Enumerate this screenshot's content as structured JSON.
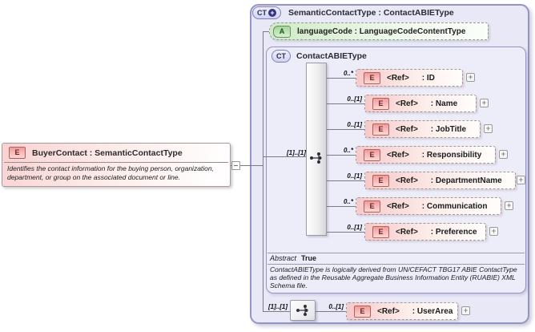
{
  "diagram": {
    "root_element": {
      "icon": "E",
      "title": "BuyerContact : SemanticContactType",
      "annotation": "Identifies the contact information for the buying person, organization, department, or group on the associated document or line."
    },
    "panel": {
      "header": {
        "icon": "CT",
        "icon_plus": "+",
        "title": "SemanticContactType : ContactABIEType"
      },
      "attribute": {
        "icon": "A",
        "label": "languageCode : LanguageCodeContentType"
      },
      "complex_type": {
        "icon": "CT",
        "title": "ContactABIEType",
        "group_cardinality": "[1]..[1]",
        "children": [
          {
            "cardinality": "0..*",
            "ref": "<Ref>",
            "name": ": ID"
          },
          {
            "cardinality": "0..[1]",
            "ref": "<Ref>",
            "name": ": Name"
          },
          {
            "cardinality": "0..[1]",
            "ref": "<Ref>",
            "name": ": JobTitle"
          },
          {
            "cardinality": "0..*",
            "ref": "<Ref>",
            "name": ": Responsibility"
          },
          {
            "cardinality": "0..[1]",
            "ref": "<Ref>",
            "name": ": DepartmentName"
          },
          {
            "cardinality": "0..*",
            "ref": "<Ref>",
            "name": ": Communication"
          },
          {
            "cardinality": "0..[1]",
            "ref": "<Ref>",
            "name": ": Preference"
          }
        ],
        "properties": {
          "abstract_label": "Abstract",
          "abstract_value": "True"
        },
        "annotation": "ContactABIEType is logically derived from UN/CEFACT TBG17 ABIE ContactType as defined in the Reusable Aggregate Business Information Entity (RUABIE) XML Schema file."
      },
      "footer_group": {
        "group_cardinality": "[1]..[1]",
        "child": {
          "cardinality": "0..[1]",
          "ref": "<Ref>",
          "name": ": UserArea"
        }
      }
    },
    "icons": {
      "expand": "+"
    },
    "colors": {
      "panel_border": "#9494c6",
      "panel_bg": "#e8e8f7",
      "element_pink": "#f7c9c9",
      "attribute_green": "#cdebc5",
      "element_icon_border": "#b06060",
      "line": "#7b7b85"
    }
  }
}
